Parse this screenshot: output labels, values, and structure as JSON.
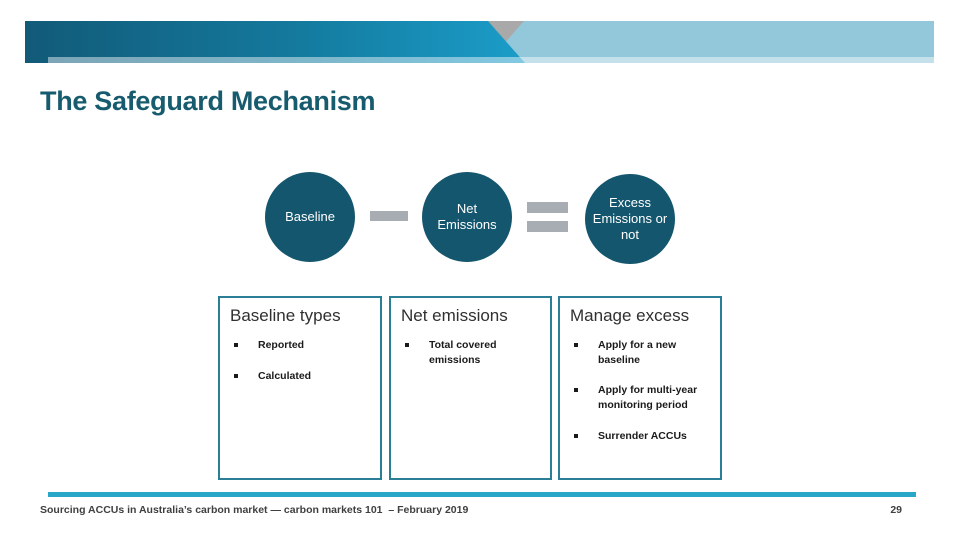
{
  "slide": {
    "title": "The Safeguard Mechanism",
    "footer": "Sourcing ACCUs in Australia’s carbon market — carbon markets 101  – February 2019",
    "page_number": "29"
  },
  "diagram": {
    "nodes": [
      {
        "label": "Baseline"
      },
      {
        "label": "Net Emissions"
      },
      {
        "label": "Excess Emissions or not"
      }
    ],
    "operators": [
      {
        "symbol": "minus"
      },
      {
        "symbol": "equals"
      }
    ]
  },
  "boxes": [
    {
      "title": "Baseline types",
      "bullets": [
        "Reported",
        "Calculated"
      ]
    },
    {
      "title": "Net emissions",
      "bullets": [
        "Total covered emissions"
      ]
    },
    {
      "title": "Manage excess",
      "bullets": [
        "Apply for a new baseline",
        "Apply for multi-year monitoring period",
        "Surrender ACCUs"
      ]
    }
  ],
  "colors": {
    "title": "#175b6e",
    "circle-fill": "#14566d",
    "circle-text": "#ffffff",
    "operator-gray": "#a7adb3",
    "box-border": "#2a7f96",
    "banner-dark": "#125a78",
    "banner-bright": "#1b9dc9",
    "banner-light": "#93c7da",
    "banner-triangle": "#a9a9a9",
    "footer-line": "#2aa6c9",
    "footer-text": "#3f3f3f",
    "bullet-text": "#1a1a1a"
  }
}
